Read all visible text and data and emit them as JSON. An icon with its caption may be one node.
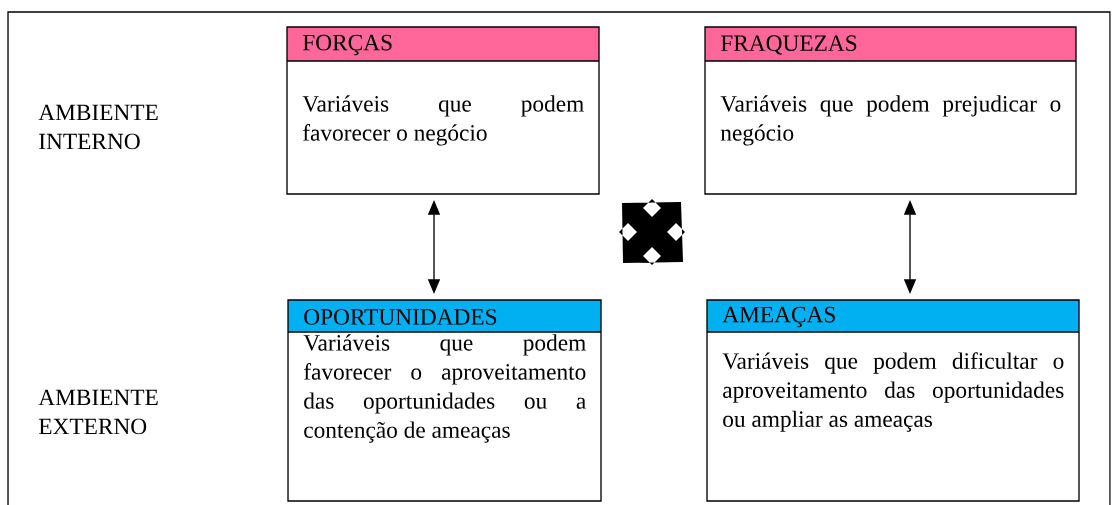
{
  "diagram": {
    "nodes": [
      {
        "text": [
          "FORÇAS",
          "Variáveis que podem favorecer o negócio"
        ]
      },
      {
        "text": [
          "FRAQUEZAS",
          "Variáveis que podem prejudicar o negócio"
        ]
      },
      {
        "text": [
          "OPORTUNIDADES",
          "Variáveis que podem favorecer o aproveitamento das oportunidades ou a contenção de ameaças"
        ]
      },
      {
        "text": [
          "AMEAÇAS",
          "Variáveis que podem dificultar o aproveitamento das oportunidades ou ampliar as ameaças"
        ]
      }
    ],
    "edges": [
      {
        "from": 0,
        "to": 2,
        "arrow": "both"
      },
      {
        "from": 1,
        "to": 3,
        "arrow": "both"
      }
    ],
    "labels": [
      "AMBIENTE INTERNO",
      "AMBIENTE EXTERNO"
    ]
  }
}
